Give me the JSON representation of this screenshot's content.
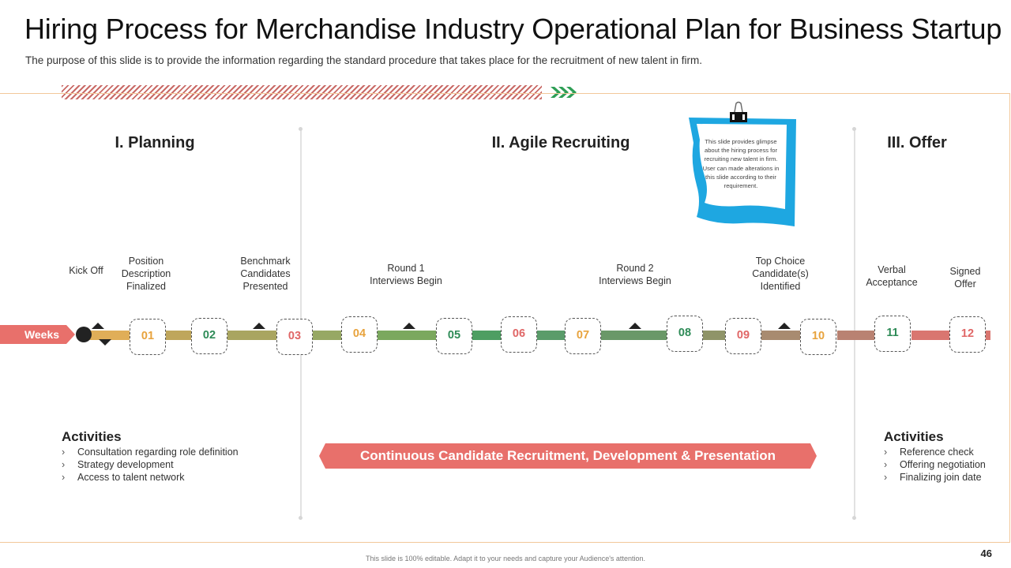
{
  "title": "Hiring Process for Merchandise Industry Operational Plan for Business Startup",
  "subtitle": "The purpose of this slide is to provide the information regarding the standard procedure that takes place for the recruitment of new talent in firm.",
  "phases": [
    {
      "label": "I. Planning"
    },
    {
      "label": "II. Agile Recruiting"
    },
    {
      "label": "III. Offer"
    }
  ],
  "note": "This slide provides glimpse about the hiring process for recruiting  new talent in firm. User can made alterations in this slide according to their requirement.",
  "milestones": [
    {
      "label": "Kick Off"
    },
    {
      "label": "Position\nDescription\nFinalized"
    },
    {
      "label": "Benchmark\nCandidates\nPresented"
    },
    {
      "label": "Round 1\nInterviews Begin"
    },
    {
      "label": "Round 2\nInterviews Begin"
    },
    {
      "label": "Top Choice\nCandidate(s)\nIdentified"
    },
    {
      "label": "Verbal\nAcceptance"
    },
    {
      "label": "Signed\nOffer"
    }
  ],
  "weeks_label": "Weeks",
  "weeks": [
    {
      "label": "01",
      "color": "#E8A33D"
    },
    {
      "label": "02",
      "color": "#2E8B57"
    },
    {
      "label": "03",
      "color": "#E06666"
    },
    {
      "label": "04",
      "color": "#E8A33D"
    },
    {
      "label": "05",
      "color": "#2E8B57"
    },
    {
      "label": "06",
      "color": "#E06666"
    },
    {
      "label": "07",
      "color": "#E8A33D"
    },
    {
      "label": "08",
      "color": "#2E8B57"
    },
    {
      "label": "09",
      "color": "#E06666"
    },
    {
      "label": "10",
      "color": "#E8A33D"
    },
    {
      "label": "11",
      "color": "#2E8B57"
    },
    {
      "label": "12",
      "color": "#E06666"
    }
  ],
  "activities_left": {
    "title": "Activities",
    "items": [
      "Consultation regarding role definition",
      "Strategy development",
      "Access to talent network"
    ]
  },
  "activities_right": {
    "title": "Activities",
    "items": [
      "Reference  check",
      "Offering negotiation",
      "Finalizing join date"
    ]
  },
  "banner": "Continuous Candidate Recruitment, Development & Presentation",
  "footer": "This slide is 100% editable. Adapt it to your needs and capture your Audience's attention.",
  "page_number": "46",
  "colors": {
    "accent_red": "#E8706B",
    "note_blue": "#1EA7E1",
    "frame": "#F2C89A",
    "chevron": "#2E9E55"
  }
}
